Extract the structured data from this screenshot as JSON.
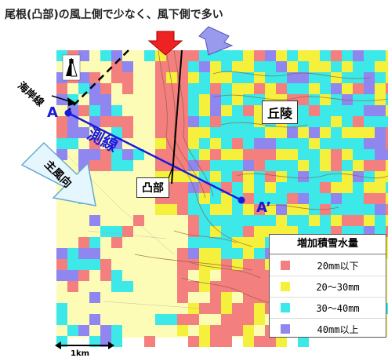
{
  "title": "尾根(凸部)の風上側で少なく、風下側で多い",
  "labels": {
    "coastline": "海岸線",
    "point_a": "A",
    "point_a_prime": "A’",
    "survey_line": "測線",
    "main_wind": "主風向",
    "convex": "凸部",
    "hills": "丘陵",
    "north": "N"
  },
  "legend": {
    "title": "増加積雪水量",
    "items": [
      {
        "label": "20mm以下",
        "color": "#f47f7f"
      },
      {
        "label": "20〜30mm",
        "color": "#f5f03c"
      },
      {
        "label": "30〜40mm",
        "color": "#3ce8e8"
      },
      {
        "label": "40mm以上",
        "color": "#8f86f0"
      }
    ]
  },
  "scale": {
    "label": "1km"
  },
  "colors": {
    "base_yellow": "#fdfcb6",
    "red": "#f47f7f",
    "yellow": "#f5f03c",
    "cyan": "#3ce8e8",
    "blue": "#8f86f0",
    "line_blue": "#1a1adb",
    "arrow_red": "#ee2222",
    "arrow_blue": "#9999ee"
  }
}
